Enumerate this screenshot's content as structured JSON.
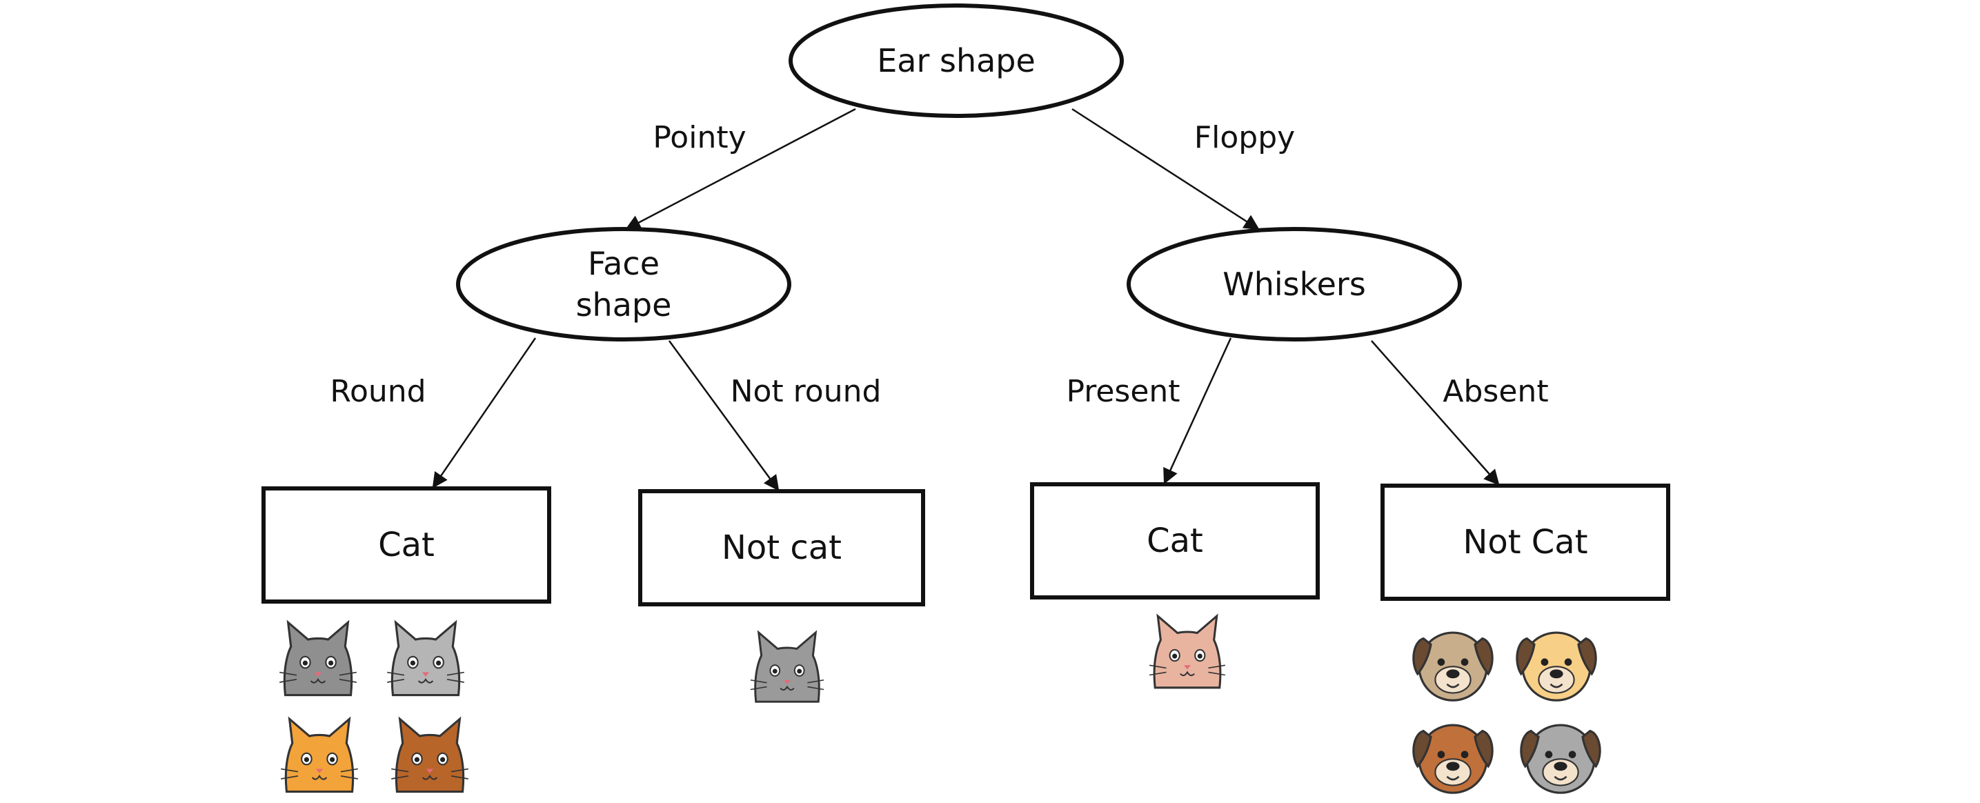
{
  "tree": {
    "root": {
      "label": "Ear shape"
    },
    "branches": {
      "pointy": "Pointy",
      "floppy": "Floppy",
      "round": "Round",
      "not_round": "Not round",
      "present": "Present",
      "absent": "Absent"
    },
    "decision_nodes": {
      "face_shape": {
        "line1": "Face",
        "line2": "shape"
      },
      "whiskers": {
        "label": "Whiskers"
      }
    },
    "leaves": {
      "leaf1": {
        "label": "Cat"
      },
      "leaf2": {
        "label": "Not cat"
      },
      "leaf3": {
        "label": "Cat"
      },
      "leaf4": {
        "label": "Not Cat"
      }
    }
  },
  "animal_icons": {
    "leaf1": [
      "cat-icon",
      "cat-icon",
      "cat-icon",
      "cat-icon"
    ],
    "leaf2": [
      "cat-icon"
    ],
    "leaf3": [
      "cat-icon"
    ],
    "leaf4": [
      "dog-icon",
      "dog-icon",
      "dog-icon",
      "dog-icon"
    ]
  },
  "colors": {
    "grey_cat": "#8f8f8f",
    "orange_cat": "#f2a33a",
    "brown_cat": "#b8652a",
    "pink_cat": "#e8b4a0",
    "tan_dog": "#c9ae8c",
    "yellow_dog": "#f7cf86",
    "brown_dog": "#c0703a",
    "grey_dog": "#a9a9a9"
  }
}
